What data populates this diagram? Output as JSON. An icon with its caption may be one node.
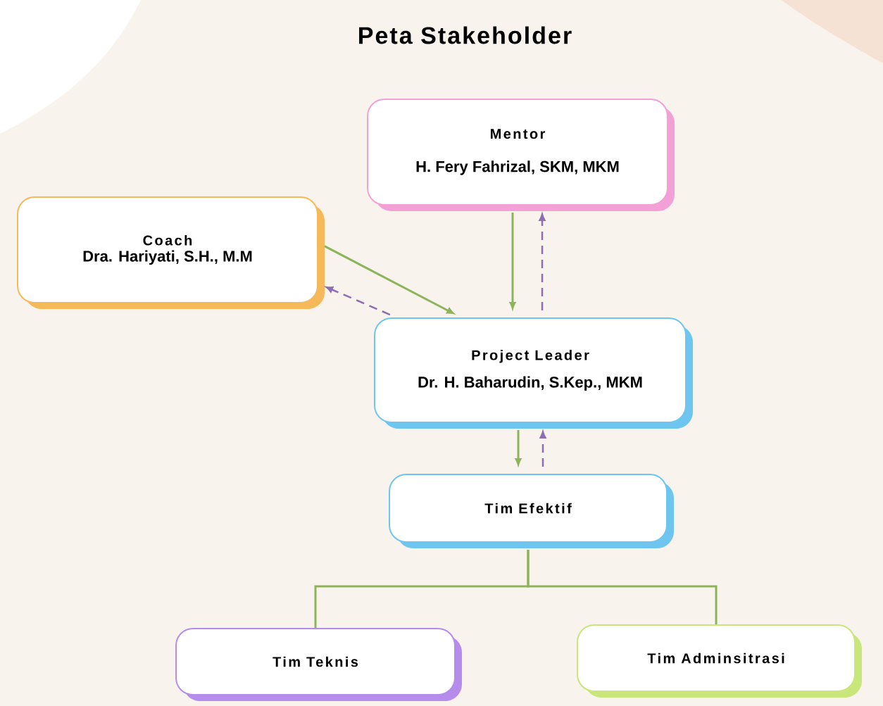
{
  "diagram": {
    "title": "Peta Stakeholder",
    "nodes": [
      {
        "text": [
          "Mentor",
          "H. Fery Fahrizal, SKM, MKM"
        ]
      },
      {
        "text": [
          "Coach",
          "Dra. Hariyati, S.H., M.M"
        ]
      },
      {
        "text": [
          "Project Leader",
          "Dr. H. Baharudin, S.Kep., MKM"
        ]
      },
      {
        "text": [
          "Tim Efektif"
        ]
      },
      {
        "text": [
          "Tim Teknis"
        ]
      },
      {
        "text": [
          "Tim Adminsitrasi"
        ]
      }
    ],
    "edges": [
      {
        "from": 0,
        "to": 2,
        "arrow": "to"
      },
      {
        "from": 2,
        "to": 0,
        "arrow": "to",
        "style": "dashed",
        "color": "#8e6db3"
      },
      {
        "from": 1,
        "to": 2,
        "arrow": "to"
      },
      {
        "from": 2,
        "to": 1,
        "arrow": "to",
        "style": "dashed",
        "color": "#8e6db3"
      },
      {
        "from": 2,
        "to": 3,
        "arrow": "to"
      },
      {
        "from": 3,
        "to": 2,
        "arrow": "to",
        "style": "dashed",
        "color": "#8e6db3"
      },
      {
        "from": 3,
        "to": 4,
        "arrow": "none"
      },
      {
        "from": 3,
        "to": 5,
        "arrow": "none"
      }
    ]
  }
}
